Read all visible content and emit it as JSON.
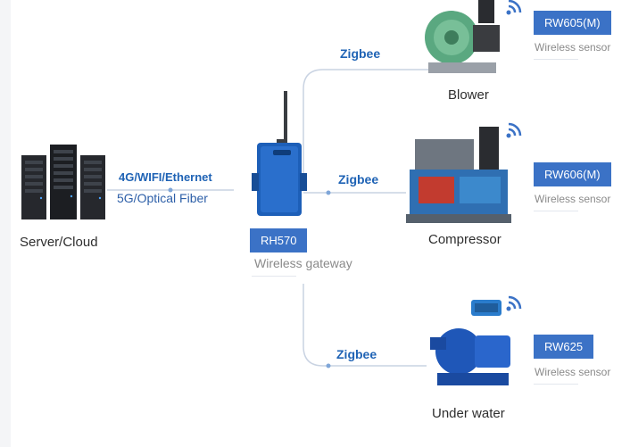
{
  "nodes": {
    "server_label": "Server/Cloud",
    "gateway_badge": "RH570",
    "gateway_label": "Wireless gateway",
    "blower_label": "Blower",
    "compressor_label": "Compressor",
    "water_label": "Under water"
  },
  "links": {
    "uplink_line1": "4G/WIFI/Ethernet",
    "uplink_line2": "5G/Optical Fiber",
    "zig_top": "Zigbee",
    "zig_mid": "Zigbee",
    "zig_bottom": "Zigbee"
  },
  "sensors": [
    {
      "model": "RW605(M)",
      "desc": "Wireless sensor"
    },
    {
      "model": "RW606(M)",
      "desc": "Wireless sensor"
    },
    {
      "model": "RW625",
      "desc": "Wireless sensor"
    }
  ],
  "colors": {
    "accent": "#3b72c6",
    "link_text": "#1f63b5",
    "line": "#c9d3e2"
  }
}
